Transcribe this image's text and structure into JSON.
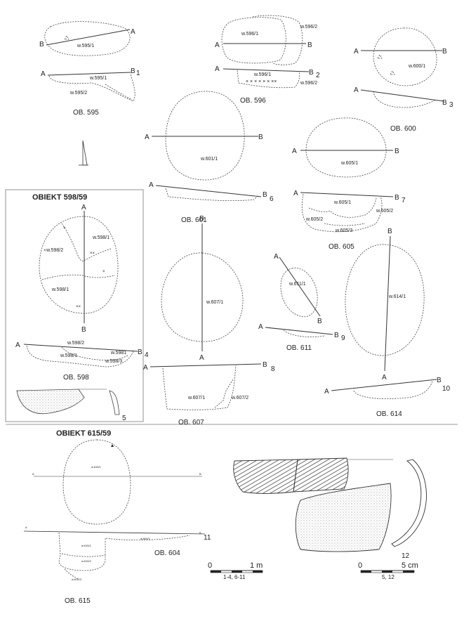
{
  "sections": {
    "obiekt_598": "OBIEKT 598/59",
    "obiekt_615": "OBIEKT 615/59"
  },
  "features": {
    "ob595": {
      "title": "OB. 595",
      "plan_fill": "w.595/1",
      "sec_fill_1": "w.595/1",
      "sec_fill_2": "w.595/2",
      "sec_num": "1"
    },
    "ob596": {
      "title": "OB. 596",
      "plan_fill_1": "w.596/1",
      "plan_fill_2": "w.596/2",
      "sec_fill_1": "w.596/1",
      "sec_fill_2": "w.596/2",
      "sec_num": "2"
    },
    "ob600": {
      "title": "OB. 600",
      "plan_fill": "w.600/1",
      "sec_num": "3"
    },
    "ob601": {
      "title": "OB. 601",
      "plan_fill": "w.601/1",
      "sec_num": "6"
    },
    "ob605": {
      "title": "OB. 605",
      "plan_fill": "w.605/1",
      "sec_fill_1": "w.605/1",
      "sec_fill_2": "w.605/2",
      "sec_fill_2b": "w.605/2",
      "sec_fill_3": "w.605/3",
      "sec_num": "7"
    },
    "ob598": {
      "title": "OB. 598",
      "plan_fill_1": "w.598/1",
      "plan_fill_2": "w.598/2",
      "plan_fill_1b": "w.598/1",
      "sec_fill_2": "w.598/2",
      "sec_fill_1": "w.598/1",
      "sec_fill_1b": "w.5981",
      "sec_fill_3": "w.598/3",
      "sec_num": "4",
      "sherd_num": "5"
    },
    "ob607": {
      "title": "OB. 607",
      "plan_fill": "w.607/1",
      "sec_fill_1": "w.607/1",
      "sec_fill_2": "w.607/2",
      "sec_num": "8"
    },
    "ob611": {
      "title": "OB. 611",
      "plan_fill": "w.611/1",
      "sec_num": "9"
    },
    "ob614": {
      "title": "OB. 614",
      "plan_fill": "w.614/1",
      "sec_num": "10"
    },
    "ob615": {
      "title": "OB. 615",
      "plan_fill": "w.615/1",
      "sec_fill_1": "w.615/1",
      "sec_fill_2": "w.615/2",
      "sec_fill_3": "w.615/3",
      "sec_num": "11"
    },
    "ob604": {
      "title": "OB. 604",
      "sec_fill": "w.604/1"
    },
    "sherd12": {
      "num": "12"
    }
  },
  "axes": {
    "a": "A",
    "b": "B"
  },
  "scales": {
    "m": {
      "zero": "0",
      "end": "1 m",
      "applies": "1-4, 6-11"
    },
    "cm": {
      "zero": "0",
      "end": "5 cm",
      "applies": "5, 12"
    }
  }
}
